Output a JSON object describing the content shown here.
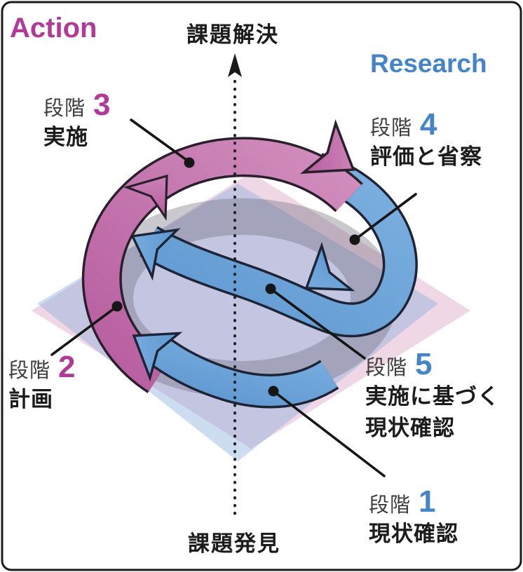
{
  "titles": {
    "action": "Action",
    "research": "Research"
  },
  "axis": {
    "top_label": "課題解決",
    "bottom_label": "課題発見"
  },
  "stage_prefix": "段階",
  "stages": [
    {
      "number": "1",
      "title": "現状確認",
      "color": "#4484c7",
      "side": "Research"
    },
    {
      "number": "2",
      "title": "計画",
      "color": "#b23a96",
      "side": "Action"
    },
    {
      "number": "3",
      "title": "実施",
      "color": "#b23a96",
      "side": "Action"
    },
    {
      "number": "4",
      "title": "評価と省察",
      "color": "#4484c7",
      "side": "Research"
    },
    {
      "number": "5",
      "lines": [
        "実施に基づく",
        "現状確認"
      ],
      "title": "実施に基づく現状確認",
      "color": "#4484c7",
      "side": "Research"
    }
  ],
  "colors": {
    "action_magenta": "#b23a96",
    "research_blue": "#4484c7",
    "pink_ribbon": "#c77fb3",
    "blue_ribbon": "#6ba4d9",
    "pink_plane": "#f0d7e6",
    "blue_plane": "#cdddf0",
    "gray_ring": "#c2c2c9",
    "line_black": "#1a1a1a"
  }
}
